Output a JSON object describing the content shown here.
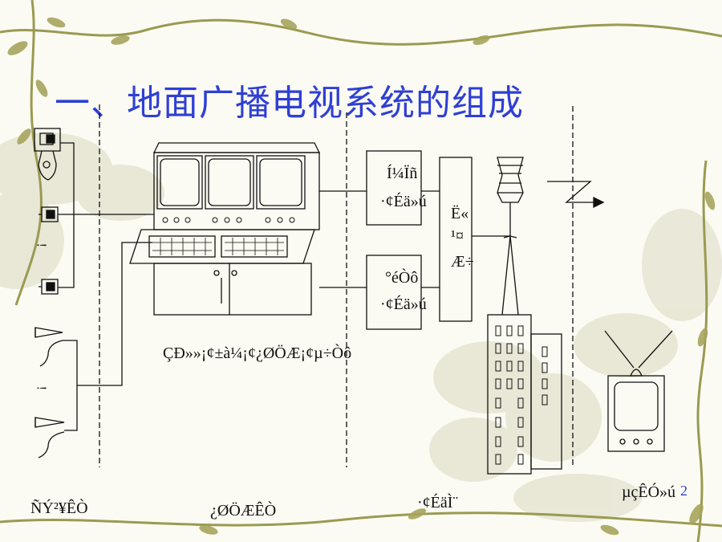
{
  "slide": {
    "title": "一、地面广播电视系统的组成",
    "page_number": "2"
  },
  "diagram": {
    "console_caption": "ÇÐ»»¡¢±à¼­¡¢¿ØÖÆ¡¢µ÷Òô",
    "box_image_line1": "Í¼Ïñ",
    "box_image_line2": "·¢Éä»ú",
    "box_sound_line1": "°éÒô",
    "box_sound_line2": "·¢Éä»ú",
    "combiner_line1": "Ë«",
    "combiner_line2": "¹¤",
    "combiner_line3": "Æ÷",
    "ellipsis_label": "¡­",
    "ellipsis_label_2": "¡­"
  },
  "sections": {
    "source": "ÑÝ²¥ÊÒ",
    "control": "¿ØÖÆÊÒ",
    "transmit": "·¢ÉäÌ¨",
    "receive": "µçÊÓ»ú"
  },
  "colors": {
    "title": "#2f3fd6",
    "line": "#111111",
    "vine": "#9a9a52",
    "leaf": "#a6a45c",
    "flower": "#d8d8c4"
  }
}
